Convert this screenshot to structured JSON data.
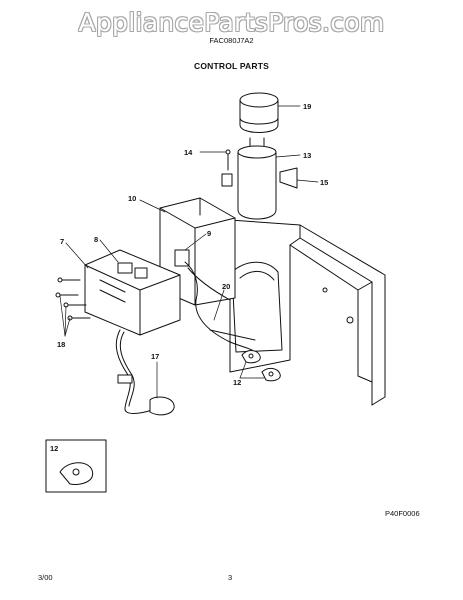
{
  "header": {
    "watermark": "AppliancePartsPros.com",
    "model_number": "FAC080J7A2",
    "section_title": "CONTROL PARTS"
  },
  "diagram": {
    "callouts": [
      "19",
      "14",
      "13",
      "15",
      "10",
      "9",
      "7",
      "8",
      "20",
      "18",
      "17",
      "12",
      "12"
    ],
    "inset_label": "12",
    "diagram_code": "P40F0006"
  },
  "footer": {
    "date": "3/00",
    "page_number": "3"
  }
}
